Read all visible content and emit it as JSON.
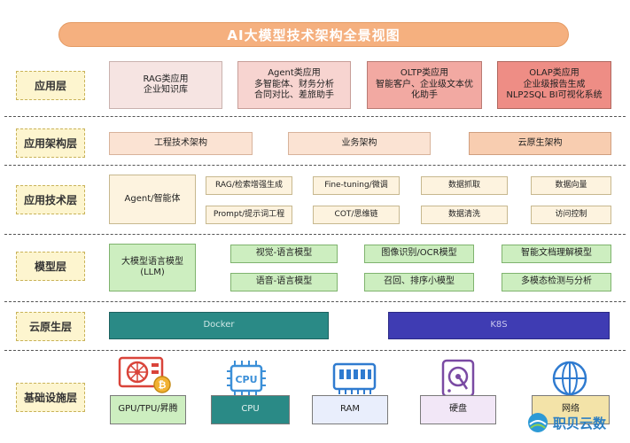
{
  "title": "AI大模型技术架构全景视图",
  "layers": {
    "application": {
      "label": "应用层",
      "boxes": [
        [
          "RAG类应用",
          "企业知识库"
        ],
        [
          "Agent类应用",
          "多智能体、财务分析",
          "合同对比、差旅助手"
        ],
        [
          "OLTP类应用",
          "智能客户、企业级文本优",
          "化助手"
        ],
        [
          "OLAP类应用",
          "企业级报告生成",
          "NLP2SQL BI可视化系统"
        ]
      ]
    },
    "app_architecture": {
      "label": "应用架构层",
      "boxes": [
        "工程技术架构",
        "业务架构",
        "云原生架构"
      ]
    },
    "app_technology": {
      "label": "应用技术层",
      "agent": "Agent/智能体",
      "row1": [
        "RAG/检索增强生成",
        "Fine-tuning/微调",
        "数据抓取",
        "数据向量"
      ],
      "row2": [
        "Prompt/提示词工程",
        "COT/思维链",
        "数据清洗",
        "访问控制"
      ]
    },
    "model": {
      "label": "模型层",
      "llm": [
        "大模型语言模型",
        "(LLM)"
      ],
      "row1": [
        "视觉-语言模型",
        "图像识别/OCR模型",
        "智能文档理解模型"
      ],
      "row2": [
        "语音-语言模型",
        "召回、排序小模型",
        "多模态检测与分析"
      ]
    },
    "cloud_native": {
      "label": "云原生层",
      "boxes": [
        "Docker",
        "K8S"
      ]
    },
    "infrastructure": {
      "label": "基础设施层",
      "boxes": [
        "GPU/TPU/昇腾",
        "CPU",
        "RAM",
        "硬盘",
        "网络"
      ],
      "cpu_icon_text": "CPU"
    }
  },
  "icons": [
    "gpu-card-icon",
    "cpu-chip-icon",
    "ram-module-icon",
    "hard-disk-icon",
    "globe-network-icon",
    "cloud-logo-icon"
  ],
  "watermark": "职贝云数",
  "colors": {
    "title_bg": "#f5b07f",
    "docker": "#2a8a86",
    "k8s": "#3f3cb3",
    "model_green": "#cdeec0"
  }
}
